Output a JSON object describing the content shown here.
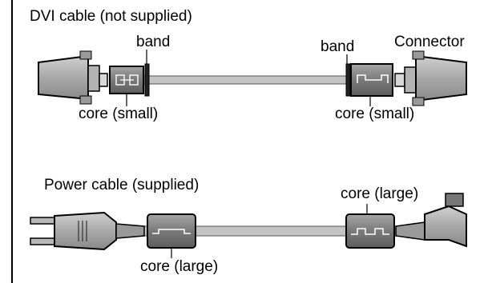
{
  "dvi": {
    "title": "DVI cable (not supplied)",
    "labels": {
      "band_left": "band",
      "band_right": "band",
      "connector": "Connector",
      "core_left": "core (small)",
      "core_right": "core (small)"
    }
  },
  "power": {
    "title": "Power cable (supplied)",
    "labels": {
      "core_left": "core (large)",
      "core_right": "core (large)"
    }
  },
  "colors": {
    "cable": "#c4c4c4",
    "connector_body": "#b3b3b3",
    "core": "#8f8f8f",
    "outline": "#000000"
  }
}
